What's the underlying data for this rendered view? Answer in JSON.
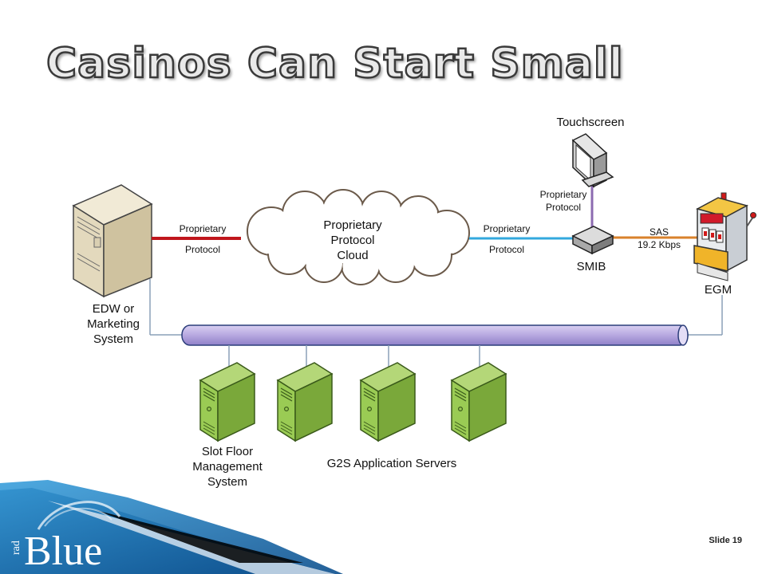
{
  "slide": {
    "title": "Casinos Can Start Small",
    "slide_number": "Slide 19"
  },
  "brand": {
    "logo_small": "rad",
    "logo_large": "Blue"
  },
  "diagram": {
    "nodes": {
      "edw": [
        "EDW or",
        "Marketing",
        "System"
      ],
      "cloud": [
        "Proprietary",
        "Protocol",
        "Cloud"
      ],
      "touchscreen": "Touchscreen",
      "smib": "SMIB",
      "egm": "EGM",
      "slot_floor": [
        "Slot Floor",
        "Management",
        "System"
      ],
      "g2s_servers": "G2S Application Servers"
    },
    "links": {
      "edw_cloud": [
        "Proprietary",
        "Protocol"
      ],
      "cloud_smib": [
        "Proprietary",
        "Protocol"
      ],
      "smib_touchscreen": [
        "Proprietary",
        "Protocol"
      ],
      "smib_egm": [
        "SAS",
        "19.2 Kbps"
      ]
    }
  },
  "colors": {
    "red_link": "#c0161c",
    "blue_link": "#33a8de",
    "purple_link": "#8c6bb1",
    "orange_link": "#d9822b",
    "network_bus": "#bdb1e0",
    "server_green": "#8cbe3f",
    "slide_blue": "#1a7fbf"
  }
}
